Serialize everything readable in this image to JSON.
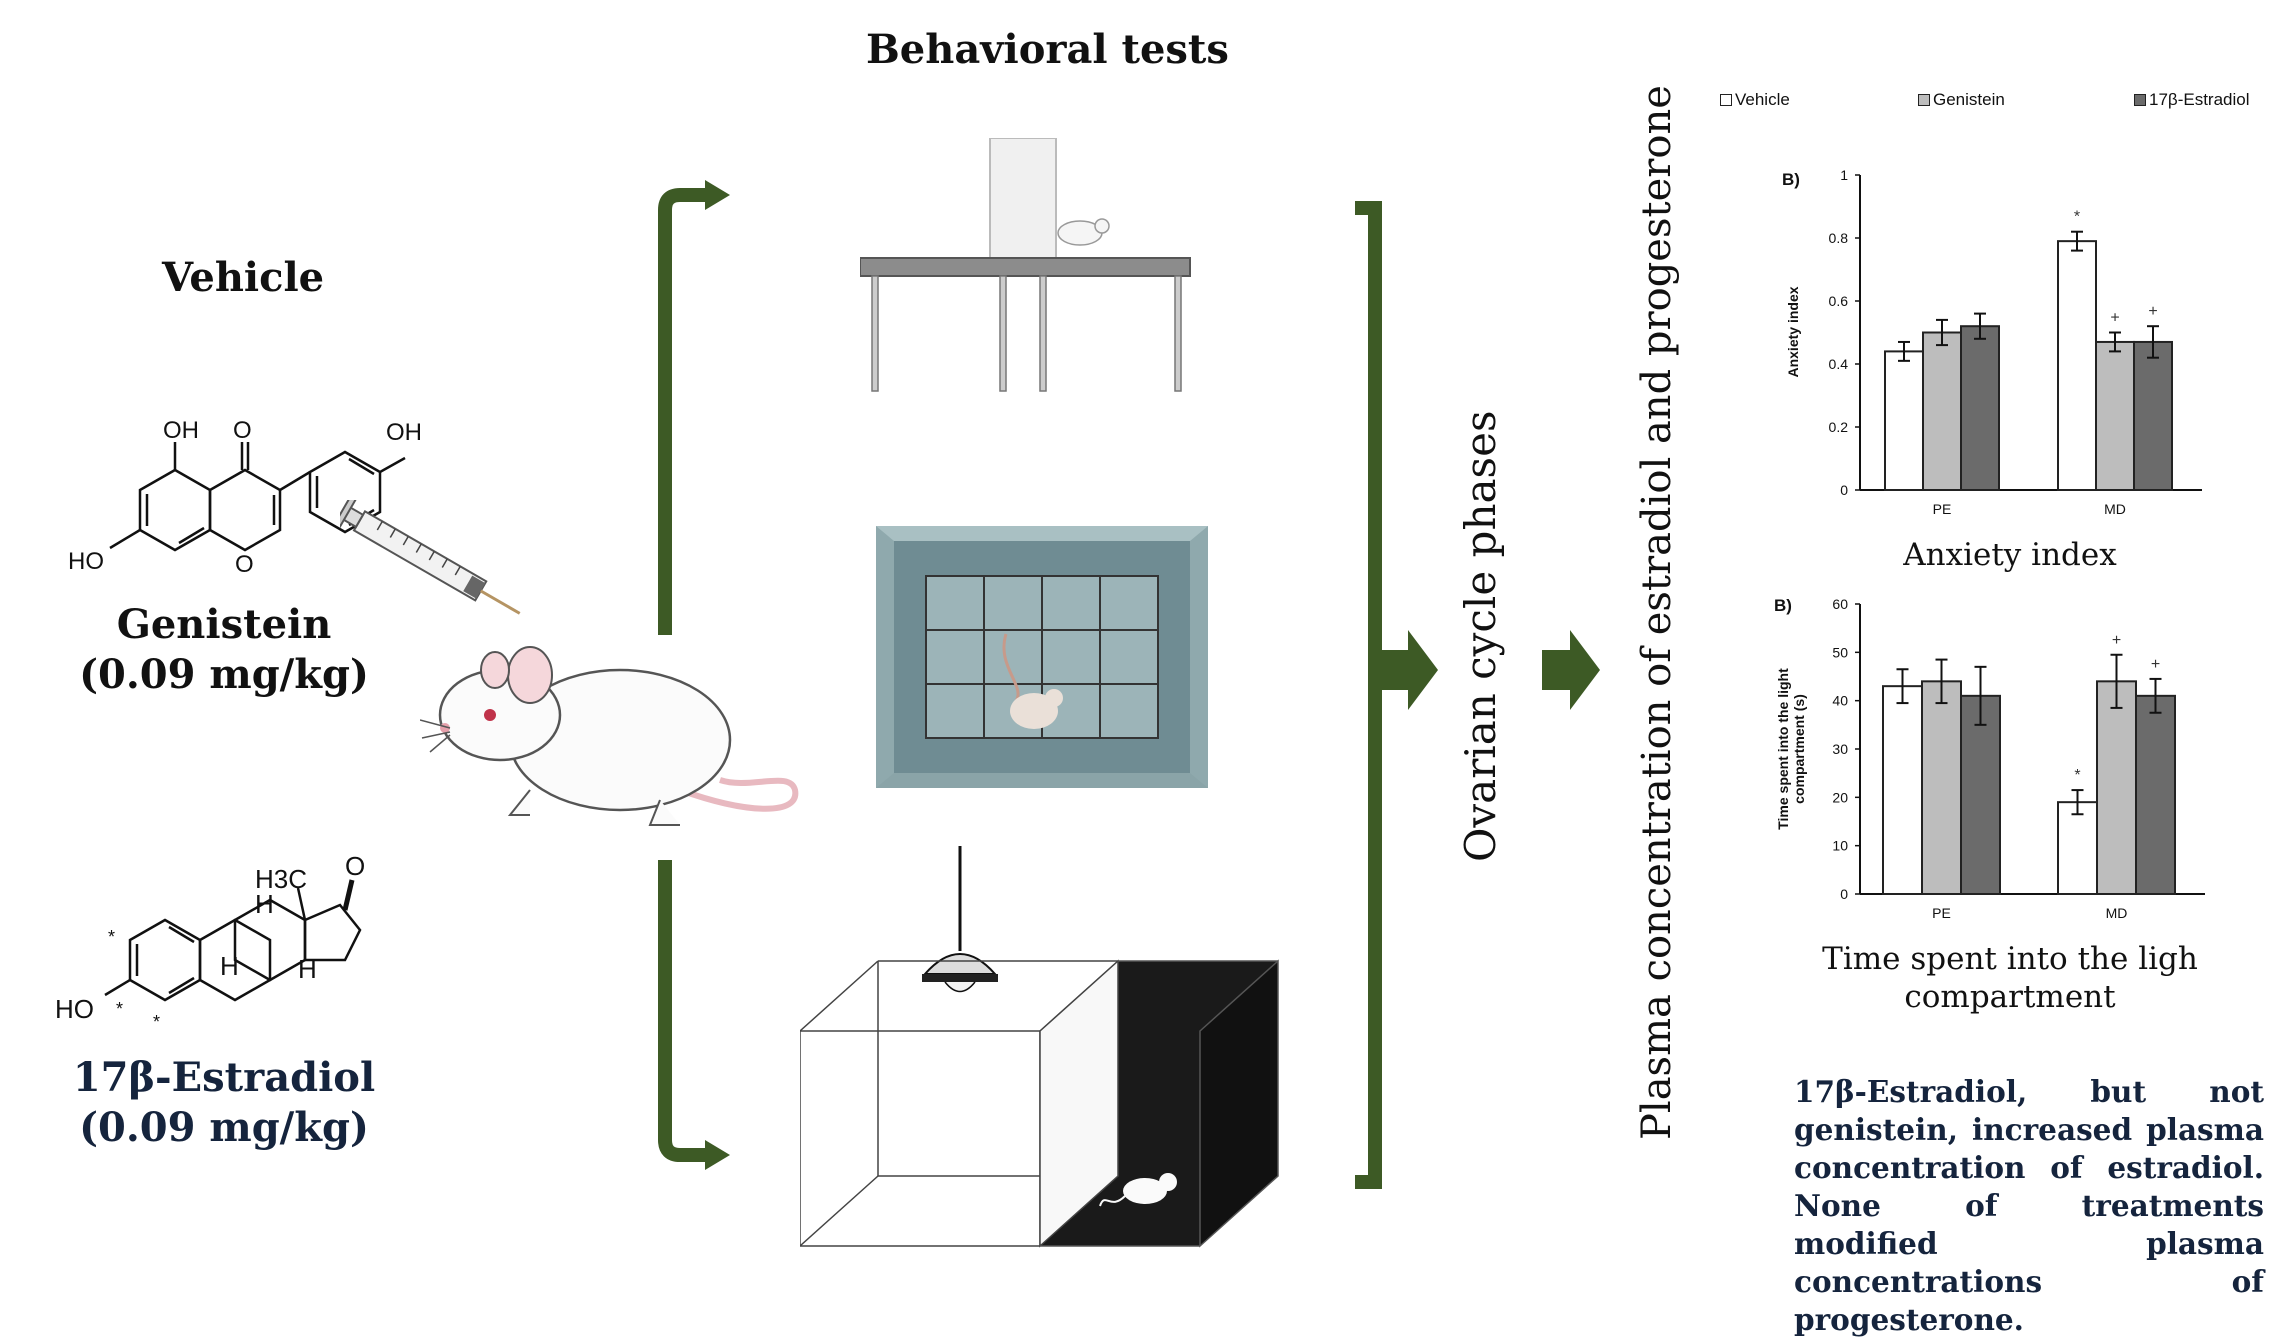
{
  "header": {
    "behavioral_tests": "Behavioral tests"
  },
  "left": {
    "vehicle": "Vehicle",
    "genistein": {
      "name": "Genistein",
      "dose": "(0.09 mg/kg)"
    },
    "estradiol": {
      "name": "17β-Estradiol",
      "dose": "(0.09 mg/kg)"
    },
    "genistein_atoms": {
      "oh1": "OH",
      "o": "O",
      "oh2": "OH",
      "ho": "HO",
      "o_ring": "O"
    },
    "estradiol_atoms": {
      "h3c": "H3C",
      "o": "O",
      "h1": "H",
      "h2": "H",
      "h3": "H",
      "ho": "HO",
      "star": "*"
    }
  },
  "middle": {
    "ovarian": "Ovarian cycle phases",
    "plasma": "Plasma concentration of estradiol and progesterone"
  },
  "legend": [
    "Vehicle",
    "Genistein",
    "17β-Estradiol"
  ],
  "colors": {
    "vehicle": "#ffffff",
    "genistein": "#bdbdbd",
    "estradiol": "#6b6b6b",
    "arrow": "#3d5a25",
    "estradiol_text": "#15243d"
  },
  "chart_data": [
    {
      "type": "bar",
      "panel_label": "B)",
      "categories": [
        "PE",
        "MD"
      ],
      "series": [
        {
          "name": "Vehicle",
          "values": [
            0.44,
            0.79
          ],
          "errors": [
            0.03,
            0.03
          ]
        },
        {
          "name": "Genistein",
          "values": [
            0.5,
            0.47
          ],
          "errors": [
            0.04,
            0.03
          ]
        },
        {
          "name": "17β-Estradiol",
          "values": [
            0.52,
            0.47
          ],
          "errors": [
            0.04,
            0.05
          ]
        }
      ],
      "annotations": [
        {
          "category": "MD",
          "series": "Vehicle",
          "text": "*"
        },
        {
          "category": "MD",
          "series": "Genistein",
          "text": "+"
        },
        {
          "category": "MD",
          "series": "17β-Estradiol",
          "text": "+"
        }
      ],
      "ylabel": "Anxiety index",
      "ylim": [
        0,
        1
      ],
      "yticks": [
        "0",
        "0.2",
        "0.4",
        "0.6",
        "0.8",
        "1"
      ],
      "caption": "Anxiety index"
    },
    {
      "type": "bar",
      "panel_label": "B)",
      "categories": [
        "PE",
        "MD"
      ],
      "series": [
        {
          "name": "Vehicle",
          "values": [
            43,
            19
          ],
          "errors": [
            3.5,
            2.5
          ]
        },
        {
          "name": "Genistein",
          "values": [
            44,
            44
          ],
          "errors": [
            4.5,
            5.5
          ]
        },
        {
          "name": "17β-Estradiol",
          "values": [
            41,
            41
          ],
          "errors": [
            6,
            3.5
          ]
        }
      ],
      "annotations": [
        {
          "category": "MD",
          "series": "Vehicle",
          "text": "*"
        },
        {
          "category": "MD",
          "series": "Genistein",
          "text": "+"
        },
        {
          "category": "MD",
          "series": "17β-Estradiol",
          "text": "+"
        }
      ],
      "ylabel": "Time spent into the light compartment (s)",
      "ylim": [
        0,
        60
      ],
      "yticks": [
        "0",
        "10",
        "20",
        "30",
        "40",
        "50",
        "60"
      ],
      "caption_line1": "Time spent into the ligh",
      "caption_line2": "compartment"
    }
  ],
  "conclusion": "17β-Estradiol, but not genistein, increased plasma concentration of estradiol. None of treatments modified plasma concentrations of progesterone."
}
